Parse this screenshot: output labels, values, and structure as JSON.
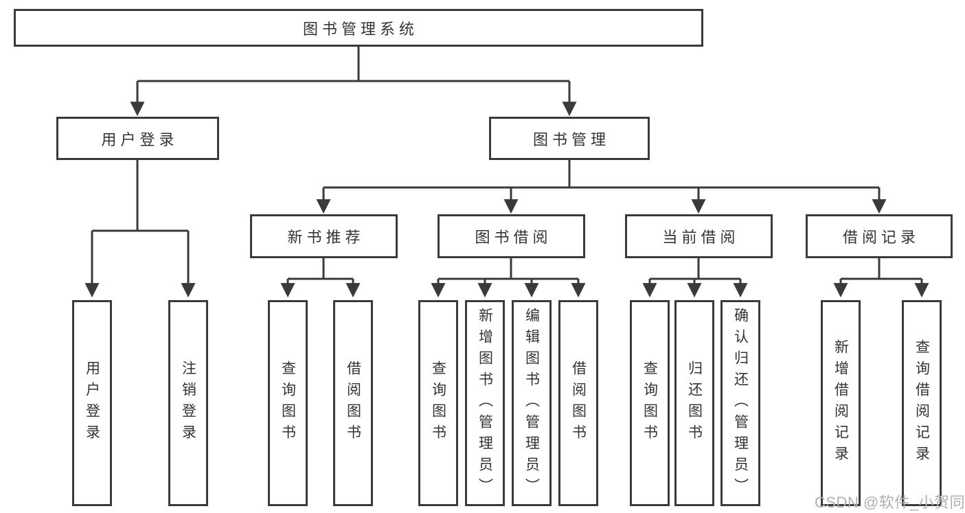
{
  "diagram": {
    "root": {
      "label": "图书管理系统"
    },
    "level2": [
      {
        "id": "user-login",
        "label": "用户登录"
      },
      {
        "id": "book-management",
        "label": "图书管理"
      }
    ],
    "level3": [
      {
        "id": "new-book-recommend",
        "label": "新书推荐"
      },
      {
        "id": "book-borrow",
        "label": "图书借阅"
      },
      {
        "id": "current-borrow",
        "label": "当前借阅"
      },
      {
        "id": "borrow-records",
        "label": "借阅记录"
      }
    ],
    "leaves": {
      "user_login": [
        {
          "label": "用户登录"
        },
        {
          "label": "注销登录"
        }
      ],
      "new_book_recommend": [
        {
          "label": "查询图书"
        },
        {
          "label": "借阅图书"
        }
      ],
      "book_borrow": [
        {
          "label": "查询图书"
        },
        {
          "label": "新增图书（管理员）"
        },
        {
          "label": "编辑图书（管理员）"
        },
        {
          "label": "借阅图书"
        }
      ],
      "current_borrow": [
        {
          "label": "查询图书"
        },
        {
          "label": "归还图书"
        },
        {
          "label": "确认归还（管理员）"
        }
      ],
      "borrow_records": [
        {
          "label": "新增借阅记录"
        },
        {
          "label": "查询借阅记录"
        }
      ]
    }
  },
  "watermark": {
    "text": "CSDN @软件_小贺同学"
  },
  "colors": {
    "line": "#3a3a3a",
    "text": "#333333",
    "watermark": "#b0b0b0",
    "background": "#ffffff"
  }
}
